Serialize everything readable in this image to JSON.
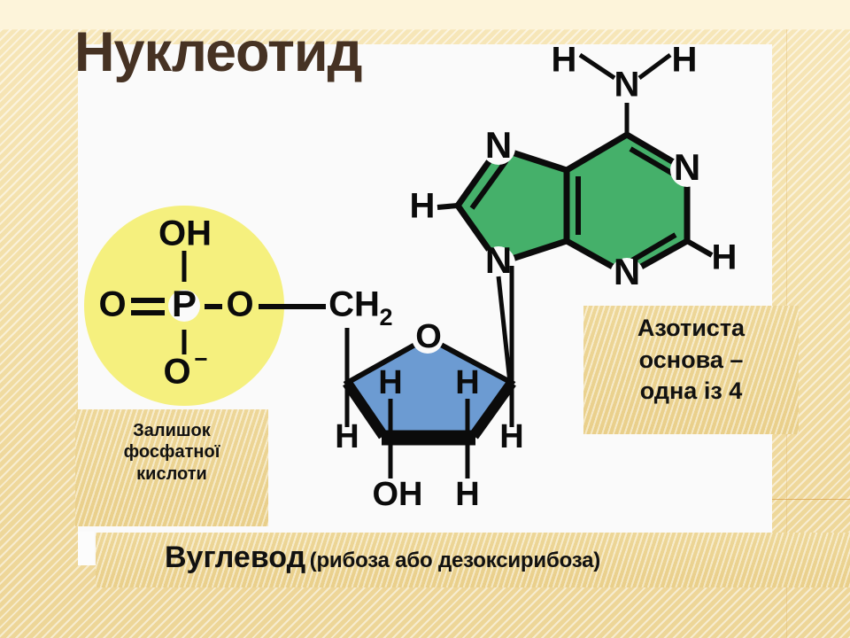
{
  "slide": {
    "title": "Нуклеотид",
    "background_color": "#f0dda4",
    "panel_color": "#fafafa",
    "title_color": "#463223"
  },
  "callouts": {
    "phosphate": {
      "lines": [
        "Залишок",
        "фосфатної",
        "кислоти"
      ],
      "text": "Залишок фосфатної кислоти"
    },
    "base": {
      "lines": [
        "Азотиста",
        "основа –",
        "одна із 4"
      ],
      "text": "Азотиста основа – одна із 4"
    },
    "sugar": {
      "main": "Вуглевод",
      "paren": "(рибоза або дезоксирибоза)"
    }
  },
  "diagram": {
    "type": "chemical-structure",
    "name": "nucleotide",
    "groups": {
      "phosphate": {
        "highlight_color": "#f5f07e",
        "labels": {
          "top": "OH",
          "left": "O",
          "center": "P",
          "right": "O",
          "bottom": "O",
          "charge": "−"
        }
      },
      "linker": {
        "label": "CH",
        "subscript": "2"
      },
      "sugar": {
        "highlight_color": "#6c9bd2",
        "labels": {
          "ring_oxygen": "O",
          "h_inner_left": "H",
          "h_inner_right": "H",
          "h_left": "H",
          "h_right": "H",
          "oh_bottom": "OH",
          "h_bottom": "H"
        }
      },
      "base": {
        "name": "adenine",
        "highlight_color": "#45b06a",
        "labels": {
          "amine_n": "N",
          "amine_h_left": "H",
          "amine_h_right": "H",
          "n1": "N",
          "c2_h": "H",
          "n3": "N",
          "n7": "N",
          "c8_h": "H",
          "n9": "N"
        }
      }
    }
  }
}
